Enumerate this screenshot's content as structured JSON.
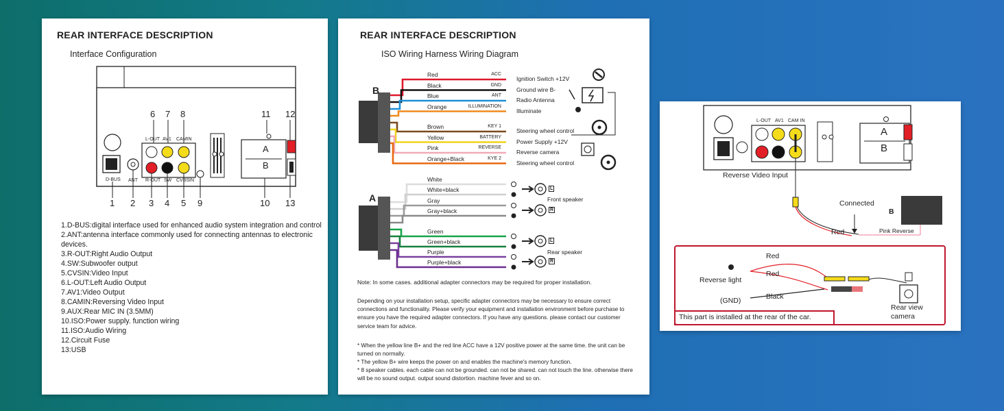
{
  "panel1": {
    "heading": "REAR INTERFACE DESCRIPTION",
    "subtitle": "Interface Configuration",
    "callouts": [
      "1",
      "2",
      "3",
      "4",
      "5",
      "6",
      "7",
      "8",
      "9",
      "10",
      "11",
      "12",
      "13"
    ],
    "port_labels": {
      "dbus": "D-BUS",
      "ant": "ANT",
      "lout": "L-OUT",
      "av1": "AV1",
      "camin": "CAMIN",
      "rout": "R-OUT",
      "sw": "SW",
      "cvbsin": "CVBSIN",
      "a": "A",
      "b": "B"
    },
    "descriptions": [
      "1.D-BUS:digital interface used for enhanced audio system integration and control",
      "2.ANT:antenna interface commonly used for connecting antennas to electronic devices.",
      "3.R-OUT:Right Audio Output",
      "4.SW:Subwoofer output",
      "5.CVSIN:Video Input",
      "6.L-OUT:Left Audio Output",
      "7.AV1:Video Output",
      "8.CAMIN:Reversing Video Input",
      "9.AUX:Rear MIC IN (3.5MM)",
      "10.ISO:Power supply. function wiring",
      "11.ISO:Audio Wiring",
      "12.Circuit Fuse",
      "13:USB"
    ]
  },
  "panel2": {
    "heading": "REAR INTERFACE DESCRIPTION",
    "subtitle": "ISO Wiring Harness Wiring Diagram",
    "connector_b": "B",
    "connector_a": "A",
    "b_wires": [
      {
        "name": "Red",
        "pin": "ACC",
        "target": "Ignition Switch +12V",
        "color": "#e0182d"
      },
      {
        "name": "Black",
        "pin": "GND",
        "target": "Ground wire B-",
        "color": "#111111"
      },
      {
        "name": "Blue",
        "pin": "ANT",
        "target": "Radio Antenna",
        "color": "#1b8fd6"
      },
      {
        "name": "Orange",
        "pin": "ILLUMINATION",
        "target": "Illuminate",
        "color": "#f28a1e"
      },
      {
        "name": "Brown",
        "pin": "KEY 1",
        "target": "Steering wheel control",
        "color": "#7a4a1f"
      },
      {
        "name": "Yellow",
        "pin": "BATTERY",
        "target": "Power Supply +12V",
        "color": "#f2d21b"
      },
      {
        "name": "Pink",
        "pin": "REVERSE",
        "target": "Reverse camera",
        "color": "#f4a9b8"
      },
      {
        "name": "Orange+Black",
        "pin": "KYE 2",
        "target": "Steering wheel control",
        "color": "#e86a12"
      }
    ],
    "a_wires": [
      {
        "name": "White",
        "color": "#dddddd"
      },
      {
        "name": "White+black",
        "color": "#cfcfcf"
      },
      {
        "name": "Gray",
        "color": "#9a9a9a"
      },
      {
        "name": "Gray+black",
        "color": "#8a8a8a"
      },
      {
        "name": "Green",
        "color": "#16a34a"
      },
      {
        "name": "Green+black",
        "color": "#15803d"
      },
      {
        "name": "Purple",
        "color": "#7b3fa0"
      },
      {
        "name": "Purple+black",
        "color": "#6b2f90"
      }
    ],
    "front_speaker": "Front speaker",
    "rear_speaker": "Rear speaker",
    "speaker_l": "L",
    "speaker_r": "R",
    "note": "Note: In some cases. additional adapter connectors may be required for proper installation.",
    "paragraph": "Depending on your installation setup, specific adapter connectors may be necessary to ensure correct connections and functionality. Please verify your equipment and installation environment before purchase to ensure you have the required adapter connectors. If you have any questions. please contact our customer service team for advice.",
    "bullets": [
      "* When the yellow line B+ and the red line ACC have a 12V positive power at the same time. the unit can be turned on normally.",
      "* The yellow B+ wire keeps the power on and enables the machine's memory function.",
      "* 8 speaker cables. each cable can not be grounded. can not be shared. can not touch the line. otherwise there will be no sound output. output sound distortion. machine fever and so on."
    ]
  },
  "panel3": {
    "port_lout": "L-OUT",
    "port_av1": "AV1",
    "port_camin": "CAM IN",
    "a": "A",
    "b": "B",
    "reverse_video_input": "Reverse Video Input",
    "connected": "Connected",
    "b_label": "B",
    "red_top": "Red",
    "pink_reverse": "Pink Reverse",
    "red1": "Red",
    "red2": "Red",
    "black": "Black",
    "reverse_light": "Reverse light",
    "gnd": "(GND)",
    "rear_view": "Rear view",
    "camera": "camera",
    "footer": "This part is installed at the rear of the car."
  }
}
